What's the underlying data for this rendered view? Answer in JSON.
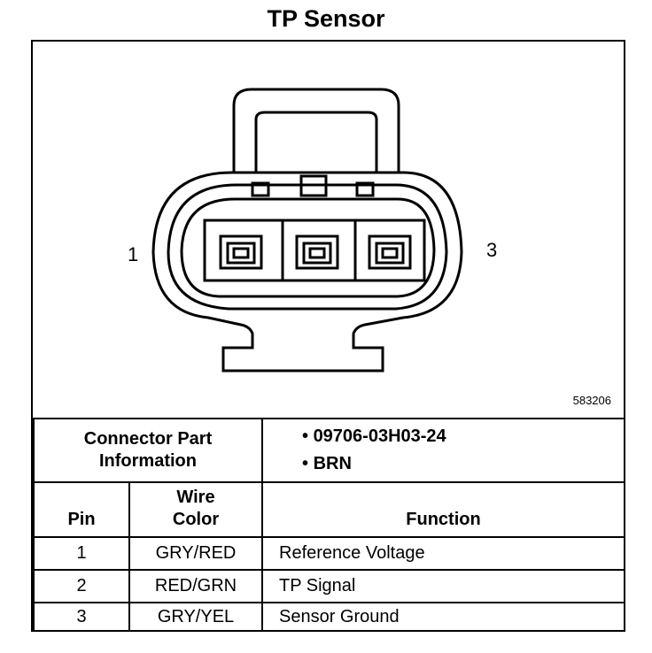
{
  "title": "TP Sensor",
  "diagram": {
    "pin_left": "1",
    "pin_right": "3",
    "ref_number": "583206"
  },
  "connector": {
    "label_line1": "Connector Part",
    "label_line2": "Information",
    "items": [
      "09706-03H03-24",
      "BRN"
    ]
  },
  "table": {
    "headers": {
      "pin": "Pin",
      "wire_line1": "Wire",
      "wire_line2": "Color",
      "function": "Function"
    },
    "rows": [
      {
        "pin": "1",
        "color": "GRY/RED",
        "function": "Reference Voltage"
      },
      {
        "pin": "2",
        "color": "RED/GRN",
        "function": "TP Signal"
      },
      {
        "pin": "3",
        "color": "GRY/YEL",
        "function": "Sensor Ground"
      }
    ]
  }
}
